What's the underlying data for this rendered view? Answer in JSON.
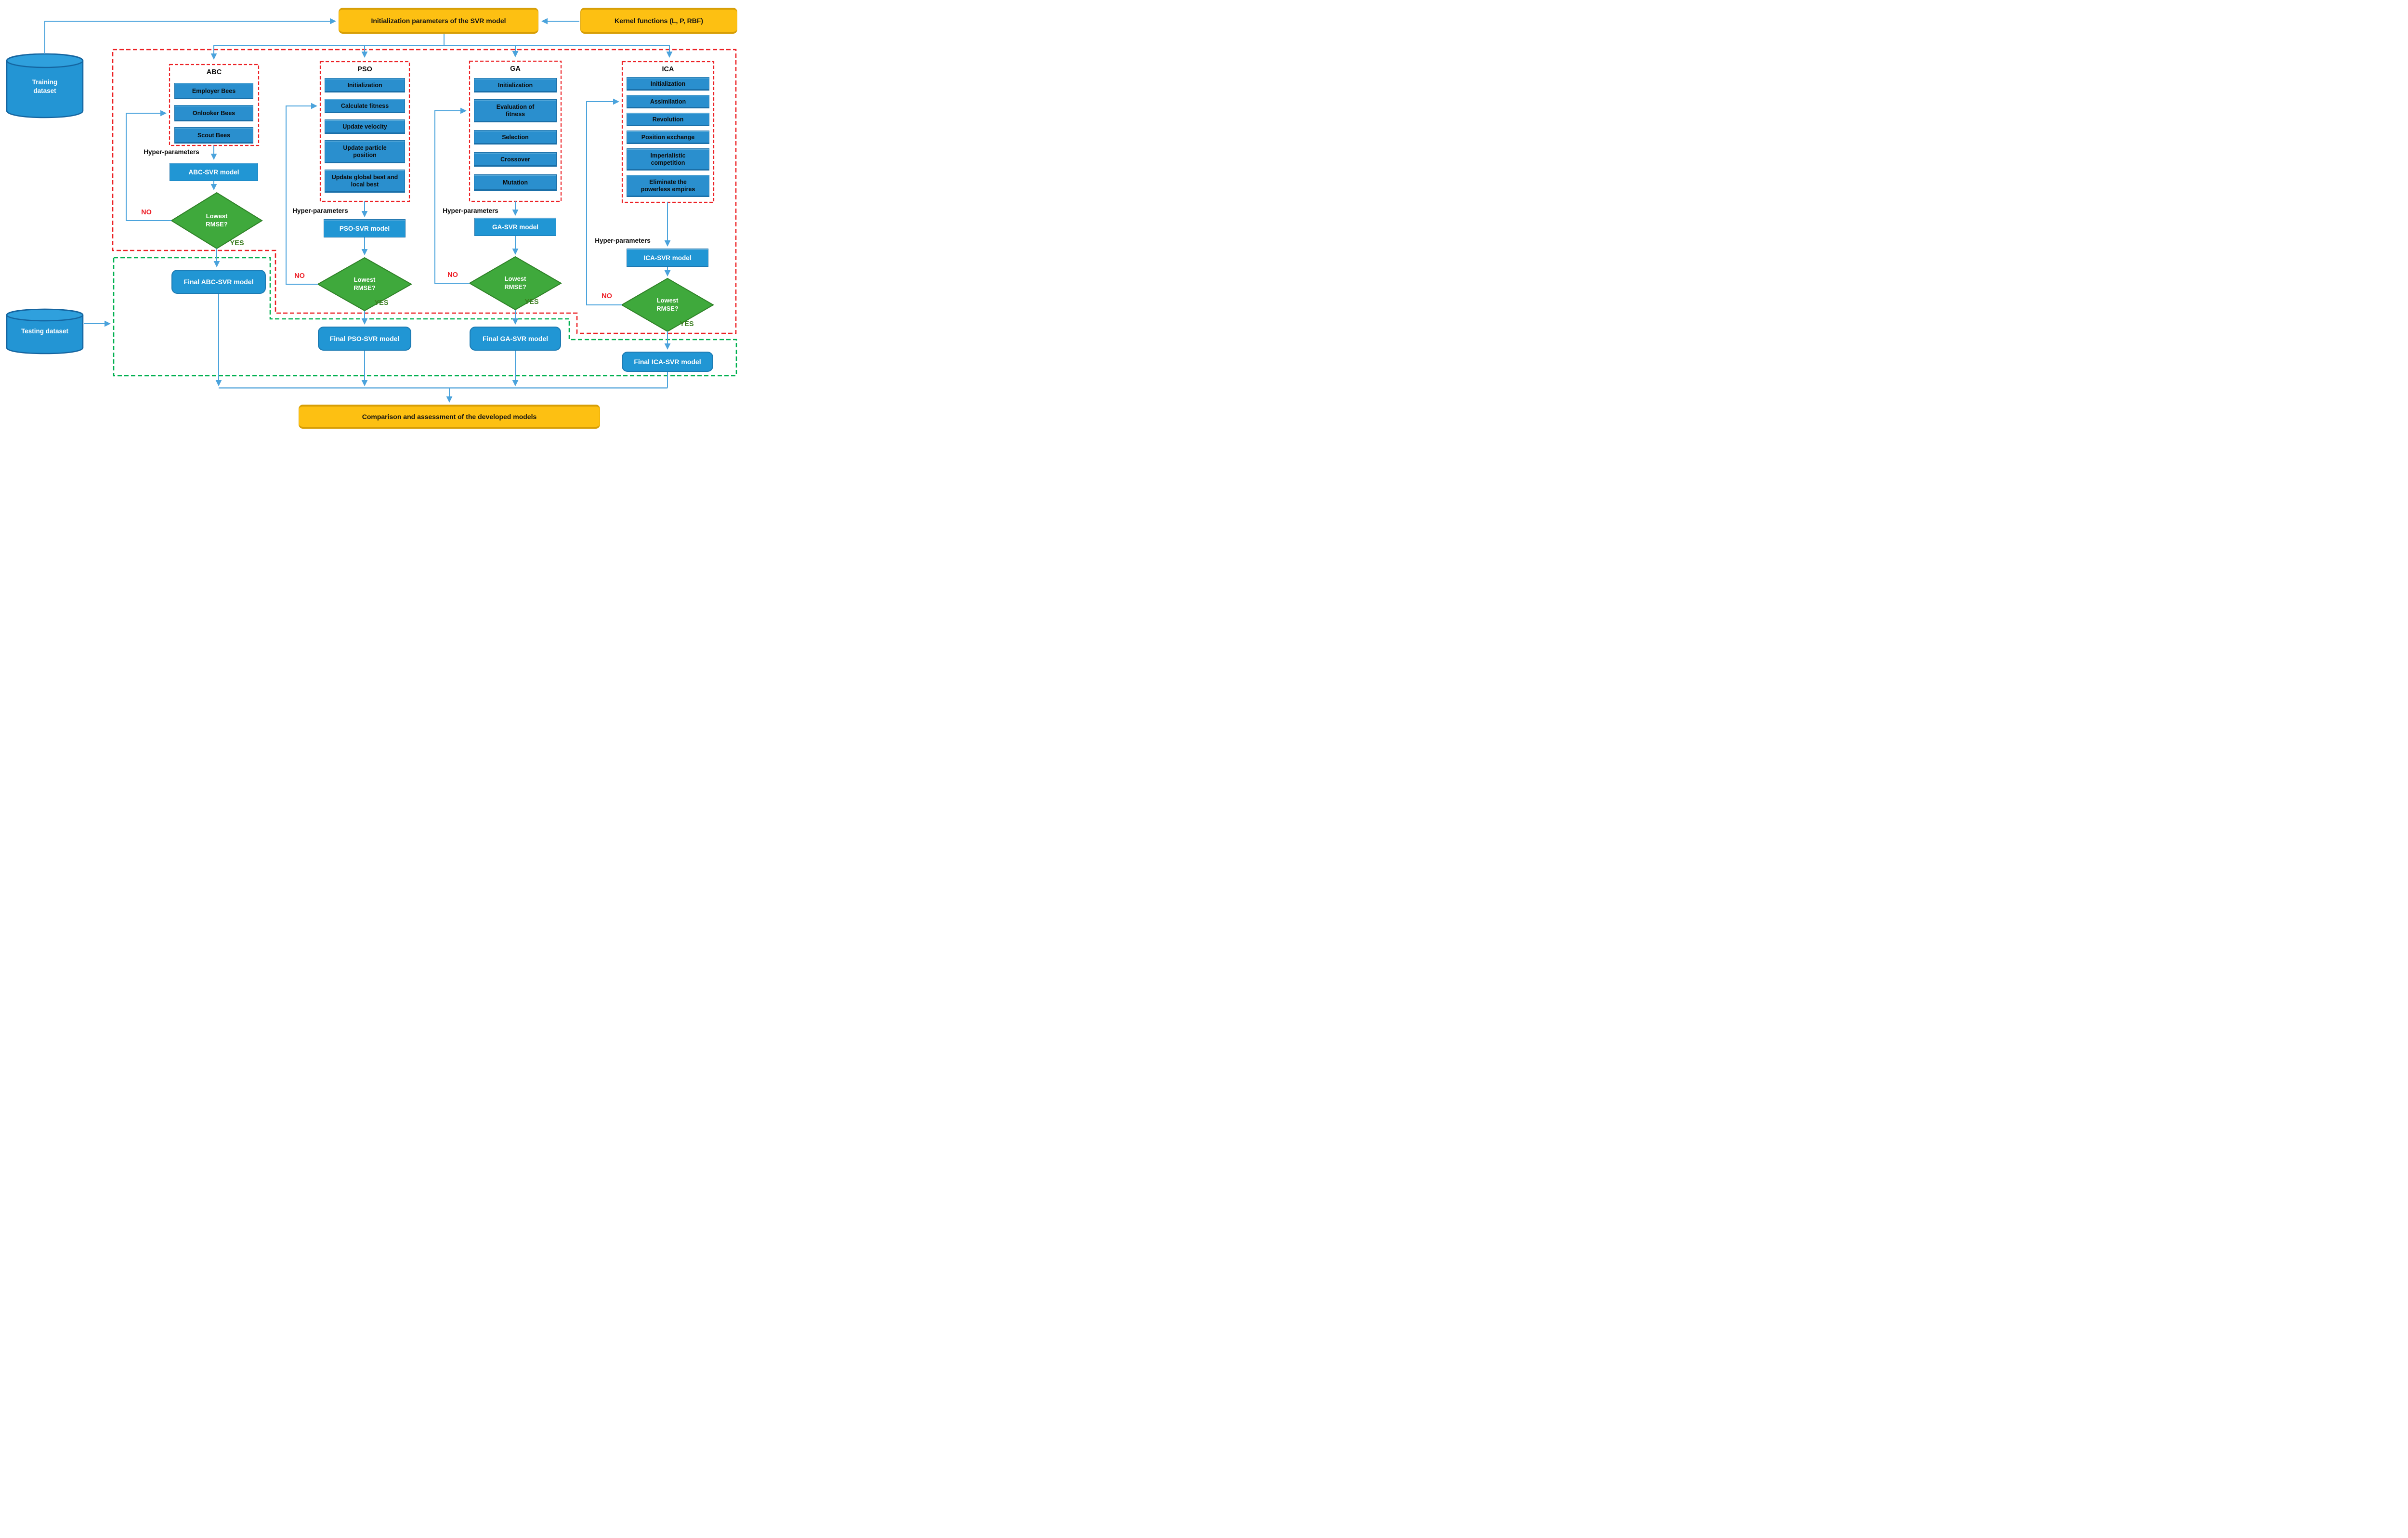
{
  "header": {
    "init_box": "Initialization parameters of the SVR model",
    "kernel_box": "Kernel functions (L, P, RBF)"
  },
  "datasets": {
    "training": "Training dataset",
    "testing": "Testing dataset"
  },
  "columns": [
    {
      "title": "ABC",
      "steps": [
        "Employer Bees",
        "Onlooker Bees",
        "Scout Bees"
      ],
      "hyper_label": "Hyper-parameters",
      "model_label": "ABC-SVR model",
      "decision_line1": "Lowest",
      "decision_line2": "RMSE?",
      "no_label": "NO",
      "yes_label": "YES",
      "final_label": "Final ABC-SVR model"
    },
    {
      "title": "PSO",
      "steps": [
        "Initialization",
        "Calculate fitness",
        "Update velocity",
        "Update particle position",
        "Update global best and local best"
      ],
      "hyper_label": "Hyper-parameters",
      "model_label": "PSO-SVR model",
      "decision_line1": "Lowest",
      "decision_line2": "RMSE?",
      "no_label": "NO",
      "yes_label": "YES",
      "final_label": "Final PSO-SVR model"
    },
    {
      "title": "GA",
      "steps": [
        "Initialization",
        "Evaluation of fitness",
        "Selection",
        "Crossover",
        "Mutation"
      ],
      "hyper_label": "Hyper-parameters",
      "model_label": "GA-SVR model",
      "decision_line1": "Lowest",
      "decision_line2": "RMSE?",
      "no_label": "NO",
      "yes_label": "YES",
      "final_label": "Final GA-SVR model"
    },
    {
      "title": "ICA",
      "steps": [
        "Initialization",
        "Assimilation",
        "Revolution",
        "Position exchange",
        "Imperialistic competition",
        "Eliminate the powerless empires"
      ],
      "hyper_label": "Hyper-parameters",
      "model_label": "ICA-SVR model",
      "decision_line1": "Lowest",
      "decision_line2": "RMSE?",
      "no_label": "NO",
      "yes_label": "YES",
      "final_label": "Final ICA-SVR model"
    }
  ],
  "footer": {
    "comparison_box": "Comparison and assessment of the developed models"
  },
  "colors": {
    "step_blue": "#2a8fce",
    "model_blue": "#2196d4",
    "diamond_green": "#3fa93c",
    "orange": "#fdc012",
    "red_dashed": "#ec2024",
    "green_dashed": "#00b050",
    "arrow_blue": "#4ba3dc",
    "no_red": "#ed1c24",
    "yes_green": "#3a7d1f"
  }
}
